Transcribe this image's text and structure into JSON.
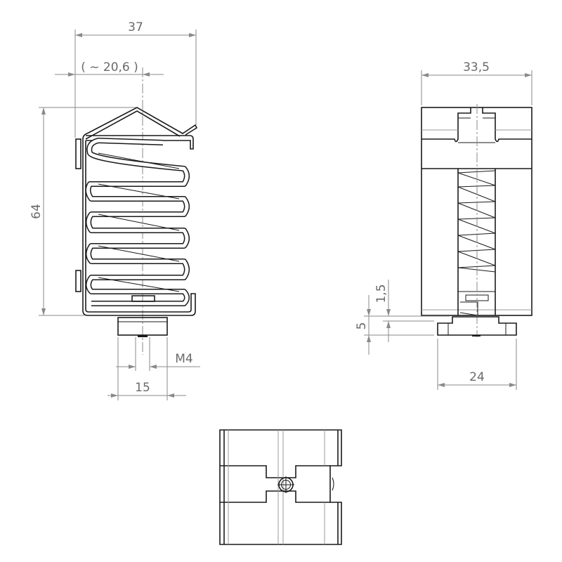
{
  "title": "Spring mount technical drawing",
  "side_view": {
    "width_label": "37",
    "offset_label": "( ~ 20,6 )",
    "height_label": "64",
    "thread_label": "M4",
    "base_width_label": "15"
  },
  "front_view": {
    "width_label": "33,5",
    "gap_label": "1,5",
    "base_height_label": "5",
    "base_width_label": "24"
  },
  "colors": {
    "line": "#1a1a1a",
    "dimension": "#8a8a8a"
  }
}
